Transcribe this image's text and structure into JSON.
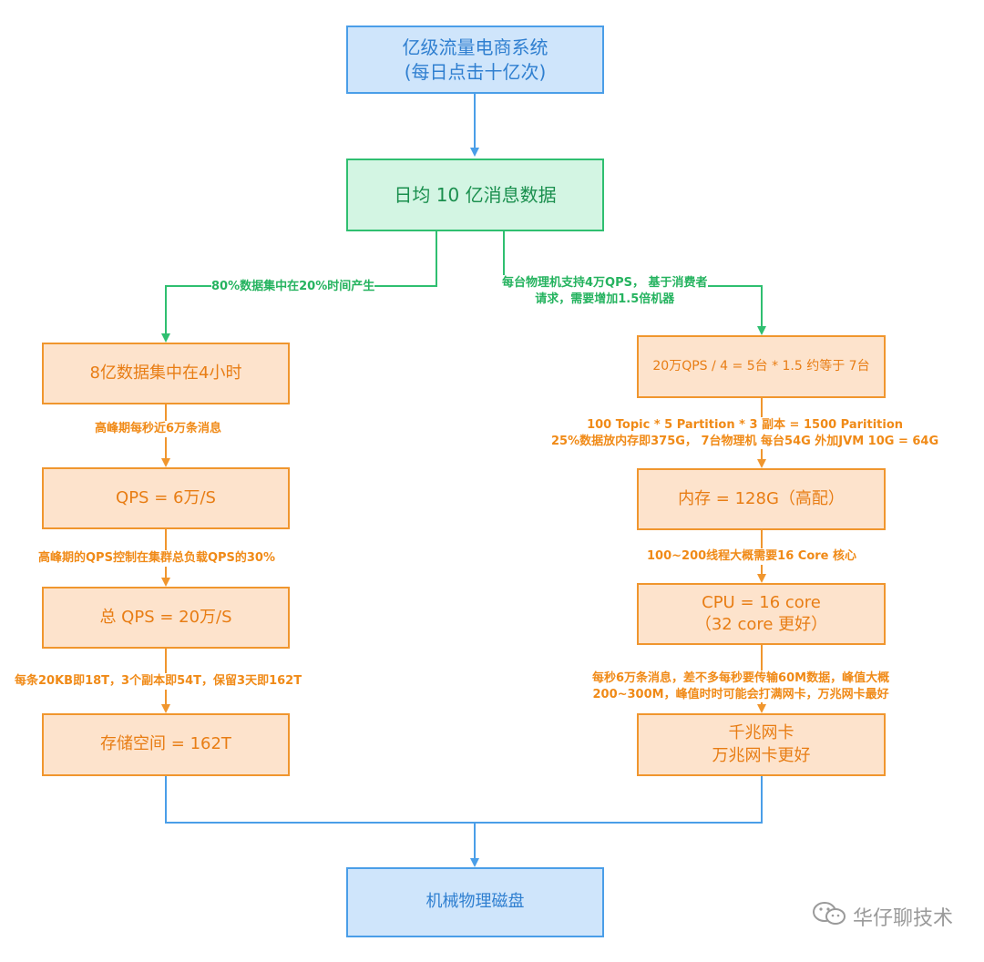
{
  "colors": {
    "blue_line": "#4a9ee8",
    "green_line": "#2fbf70",
    "orange_line": "#f0962e"
  },
  "top": {
    "line1": "亿级流量电商系统",
    "line2": "(每日点击十亿次)"
  },
  "daily": {
    "text": "日均 10 亿消息数据"
  },
  "left_branch": {
    "edge_label": "80%数据集中在20%时间产生",
    "box1": "8亿数据集中在4小时",
    "edge1": "高峰期每秒近6万条消息",
    "box2": "QPS = 6万/S",
    "edge2": "高峰期的QPS控制在集群总负载QPS的30%",
    "box3": "总 QPS = 20万/S",
    "edge3": "每条20KB即18T，3个副本即54T，保留3天即162T",
    "box4": "存储空间 = 162T"
  },
  "right_branch": {
    "edge_label_line1": "每台物理机支持4万QPS， 基于消费者",
    "edge_label_line2": "请求，需要增加1.5倍机器",
    "box1": "20万QPS / 4 = 5台 * 1.5 约等于 7台",
    "edge1_line1": "100 Topic * 5 Partition * 3 副本 = 1500 Paritition",
    "edge1_line2": "25%数据放内存即375G， 7台物理机 每台54G 外加JVM 10G = 64G",
    "box2": "内存 = 128G（高配）",
    "edge2": "100~200线程大概需要16 Core 核心",
    "box3_line1": "CPU = 16 core",
    "box3_line2": "（32 core 更好）",
    "edge3_line1": "每秒6万条消息，差不多每秒要传输60M数据，峰值大概",
    "edge3_line2": "200~300M，峰值时时可能会打满网卡，万兆网卡最好",
    "box4_line1": "千兆网卡",
    "box4_line2": "万兆网卡更好"
  },
  "bottom": {
    "text": "机械物理磁盘"
  },
  "watermark": {
    "text": "华仔聊技术",
    "icon": "wechat-icon"
  }
}
